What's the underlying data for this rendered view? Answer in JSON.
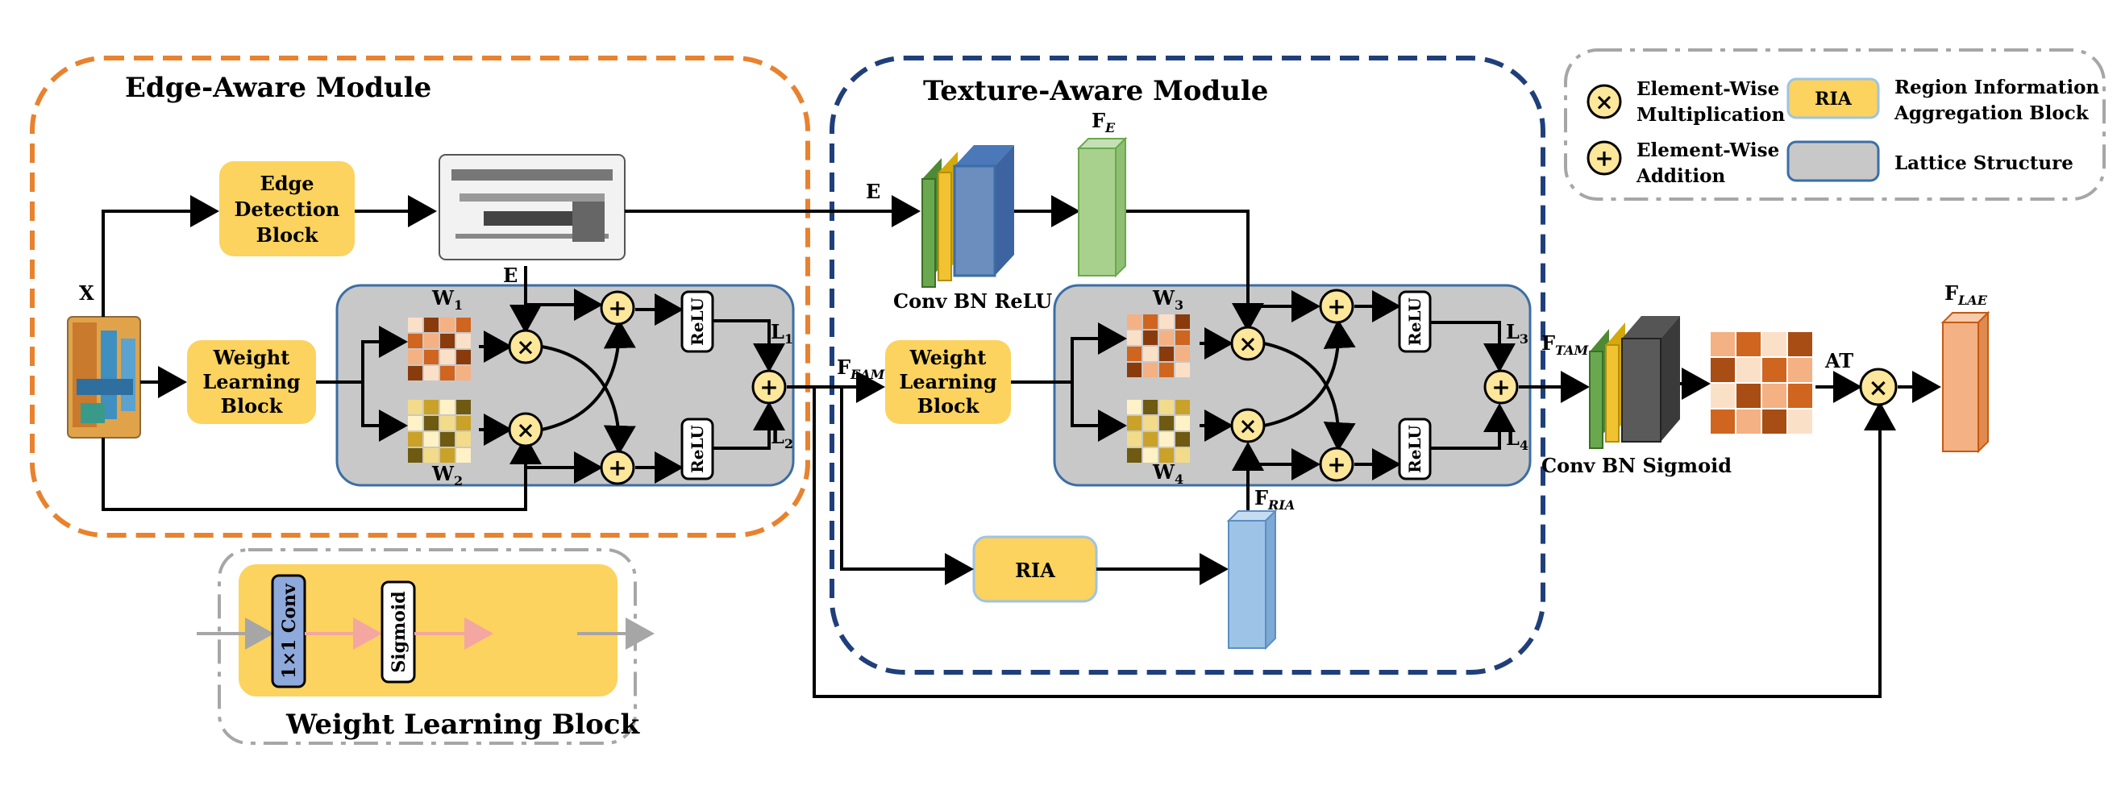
{
  "titles": {
    "eam": "Edge-Aware Module",
    "tam": "Texture-Aware Module",
    "wlb": "Weight Learning Block"
  },
  "blocks": {
    "edge_detection": [
      "Edge",
      "Detection",
      "Block"
    ],
    "weight_learning": [
      "Weight",
      "Learning",
      "Block"
    ],
    "ria": "RIA",
    "relu": "ReLU",
    "sigmoid": "Sigmoid",
    "conv1x1": "1×1 Conv"
  },
  "labels": {
    "x": "X",
    "e": "E",
    "e2": "E",
    "w1": "W",
    "w1_sub": "1",
    "w2": "W",
    "w2_sub": "2",
    "w3": "W",
    "w3_sub": "3",
    "w4": "W",
    "w4_sub": "4",
    "l1": "L",
    "l1_sub": "1",
    "l2": "L",
    "l2_sub": "2",
    "l3": "L",
    "l3_sub": "3",
    "l4": "L",
    "l4_sub": "4",
    "f_e": "F",
    "f_e_sub": "E",
    "f_eam": "F",
    "f_eam_sub": "EAM",
    "f_ria": "F",
    "f_ria_sub": "RIA",
    "f_tam": "F",
    "f_tam_sub": "TAM",
    "f_lae": "F",
    "f_lae_sub": "LAE",
    "at": "AT",
    "conv_bn_relu": "Conv BN ReLU",
    "conv_bn_sigmoid": "Conv BN Sigmoid"
  },
  "legend": {
    "mult": [
      "Element-Wise",
      "Multiplication"
    ],
    "add": [
      "Element-Wise",
      "Addition"
    ],
    "ria_box": "RIA",
    "ria_desc": [
      "Region Information",
      "Aggregation  Block"
    ],
    "lattice": "Lattice Structure"
  },
  "symbols": {
    "mult": "×",
    "add": "+"
  },
  "colors": {
    "eam_border": "#e8822e",
    "tam_border": "#1f3f7a",
    "block_fill": "#fbd35e",
    "lattice_fill": "#c8c8c8",
    "lattice_border": "#3b6ea5",
    "conv_green": "#6aa84f",
    "conv_yellow": "#f1c232",
    "conv_blue": "#6c8ebf",
    "feat_green": "#a9d18e",
    "feat_blue": "#9dc3e6",
    "feat_orange": "#f4b183",
    "wlb_border": "#a6a6a6"
  }
}
